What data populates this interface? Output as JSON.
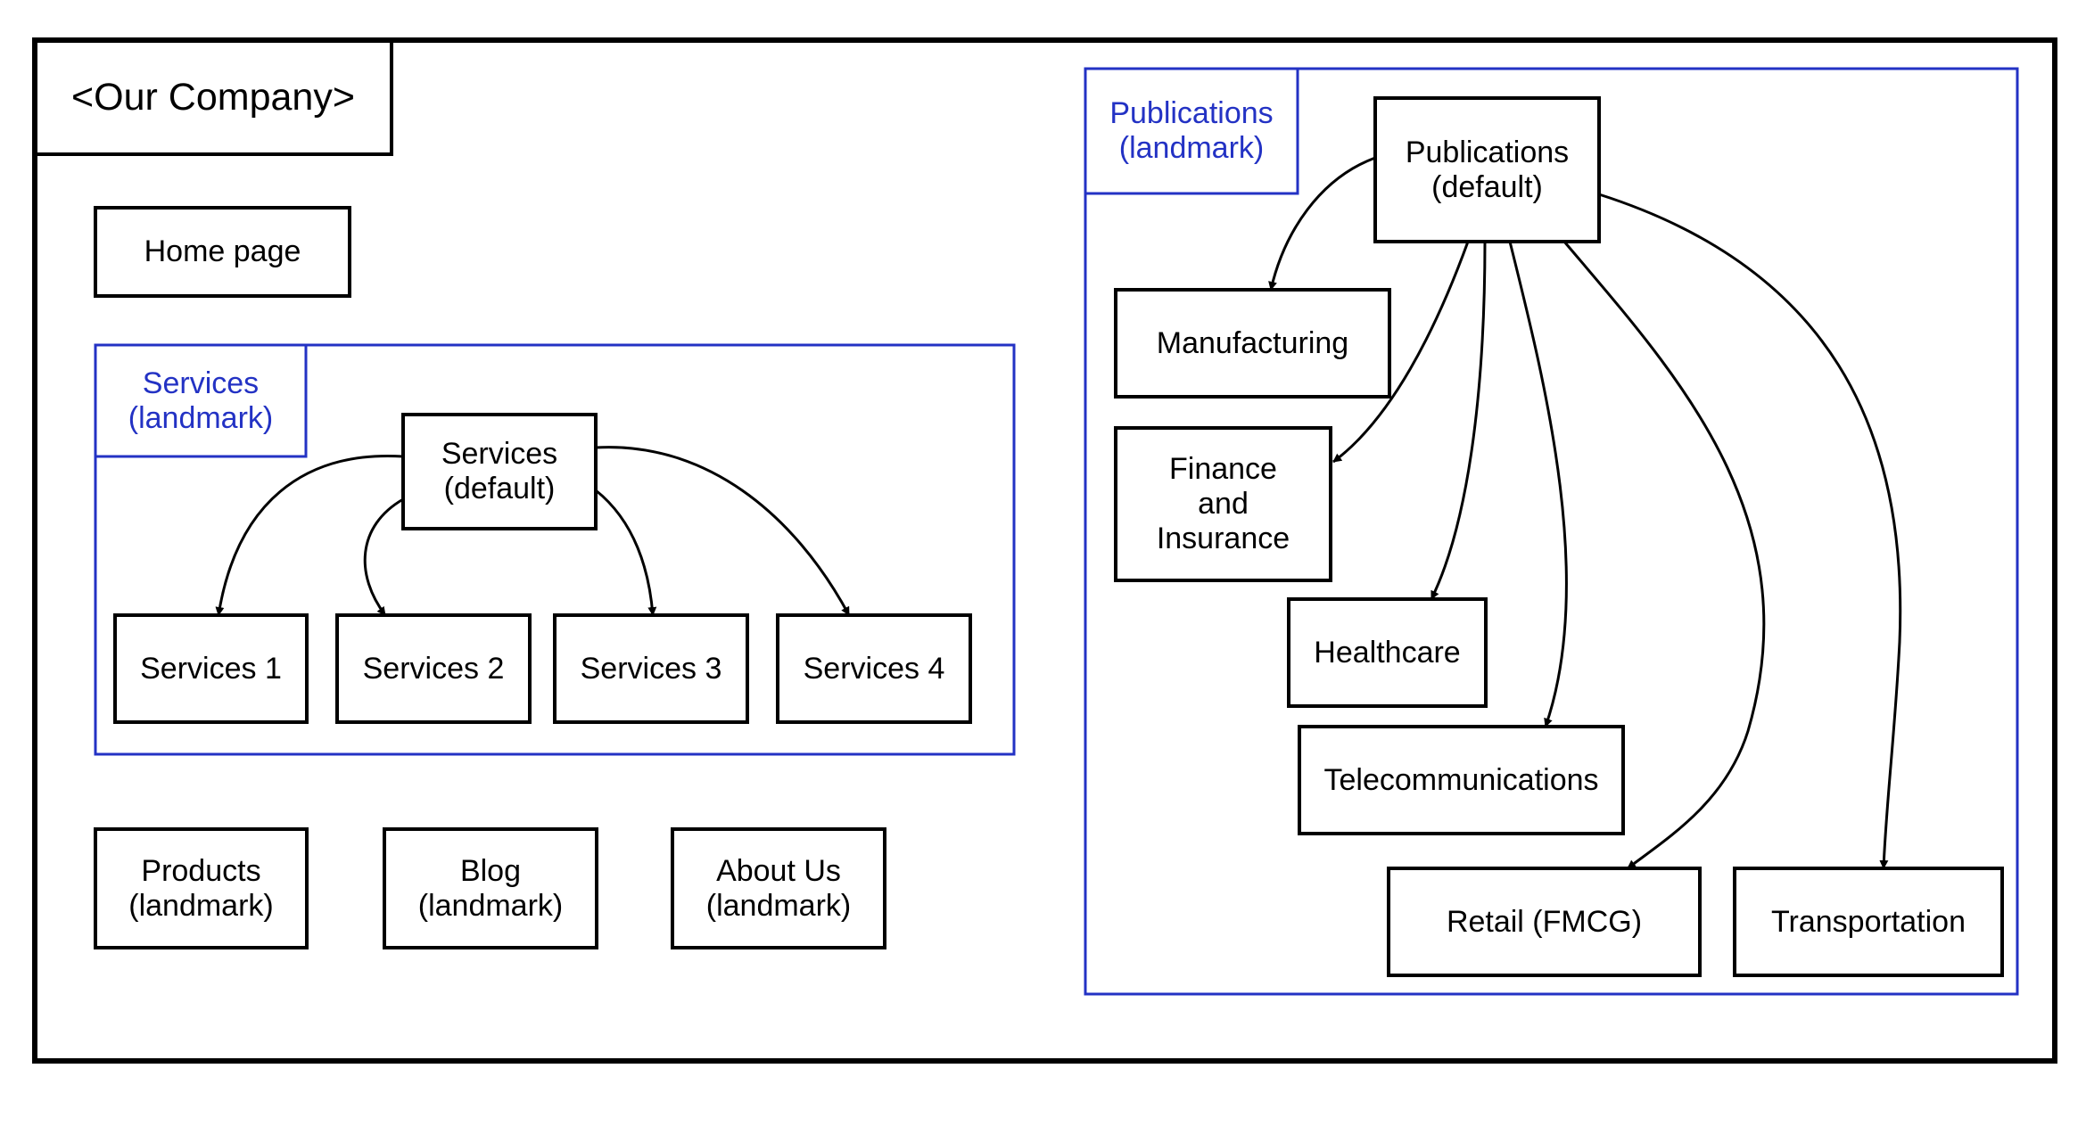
{
  "title": "<Our Company>",
  "standalone": {
    "home": "Home page",
    "products": "Products\n(landmark)",
    "blog": "Blog\n(landmark)",
    "about": "About Us\n(landmark)"
  },
  "services": {
    "landmark": "Services\n(landmark)",
    "default": "Services\n(default)",
    "items": [
      "Services 1",
      "Services 2",
      "Services 3",
      "Services 4"
    ]
  },
  "publications": {
    "landmark": "Publications\n(landmark)",
    "default": "Publications\n(default)",
    "items": [
      "Manufacturing",
      "Finance\nand\nInsurance",
      "Healthcare",
      "Telecommunications",
      "Retail (FMCG)",
      "Transportation"
    ]
  },
  "colors": {
    "outline": "#000000",
    "landmark_blue": "#2332c4"
  }
}
